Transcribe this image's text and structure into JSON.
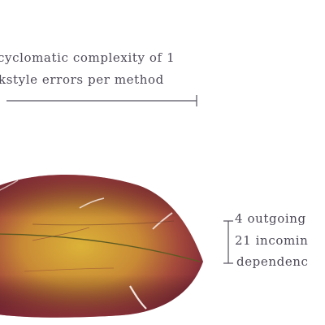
{
  "annotations": {
    "top_line_1": "cyclomatic complexity of 1",
    "top_line_2": "kstyle errors per method",
    "side_line_1": "4 outgoing",
    "side_line_2": "21 incomin",
    "side_line_3": "dependenc"
  },
  "colors": {
    "feather_outer": "#8a2e3e",
    "feather_mid": "#b5653a",
    "feather_inner": "#d9b03a",
    "shaft": "#5c5a1e",
    "ink": "#4d4957"
  }
}
